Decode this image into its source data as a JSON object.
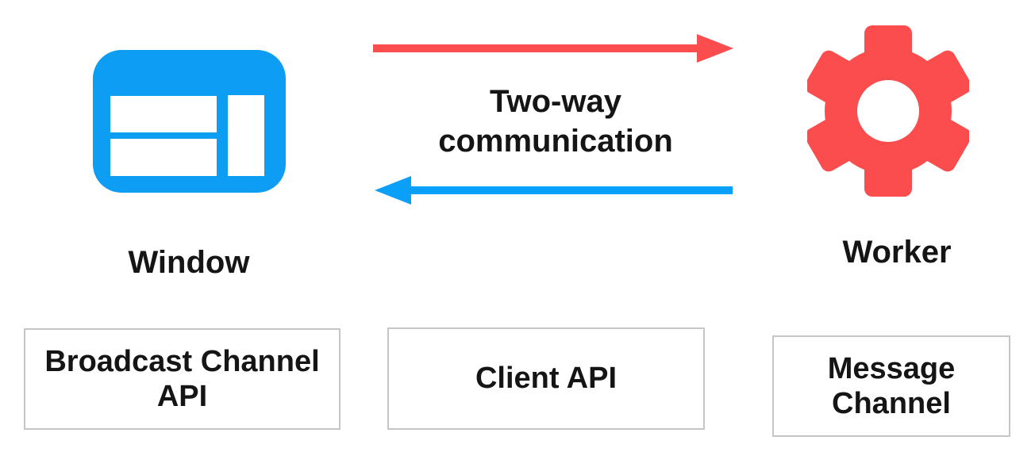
{
  "colors": {
    "blue": "#0d9df2",
    "blue_arrow": "#0aa0fa",
    "red": "#fb4d4d",
    "text": "#151515",
    "box_border": "#c5c5c5",
    "background": "#ffffff",
    "white": "#ffffff"
  },
  "nodes": {
    "window": {
      "label": "Window",
      "icon": "browser-window-icon"
    },
    "worker": {
      "label": "Worker",
      "icon": "gear-icon"
    }
  },
  "arrows": {
    "window_to_worker": {
      "direction": "right",
      "color_name": "red"
    },
    "worker_to_window": {
      "direction": "left",
      "color_name": "blue"
    }
  },
  "center_label": {
    "text": "Two-way\ncommunication"
  },
  "api_boxes": [
    {
      "label": "Broadcast Channel\nAPI"
    },
    {
      "label": "Client API"
    },
    {
      "label": "Message\nChannel"
    }
  ]
}
